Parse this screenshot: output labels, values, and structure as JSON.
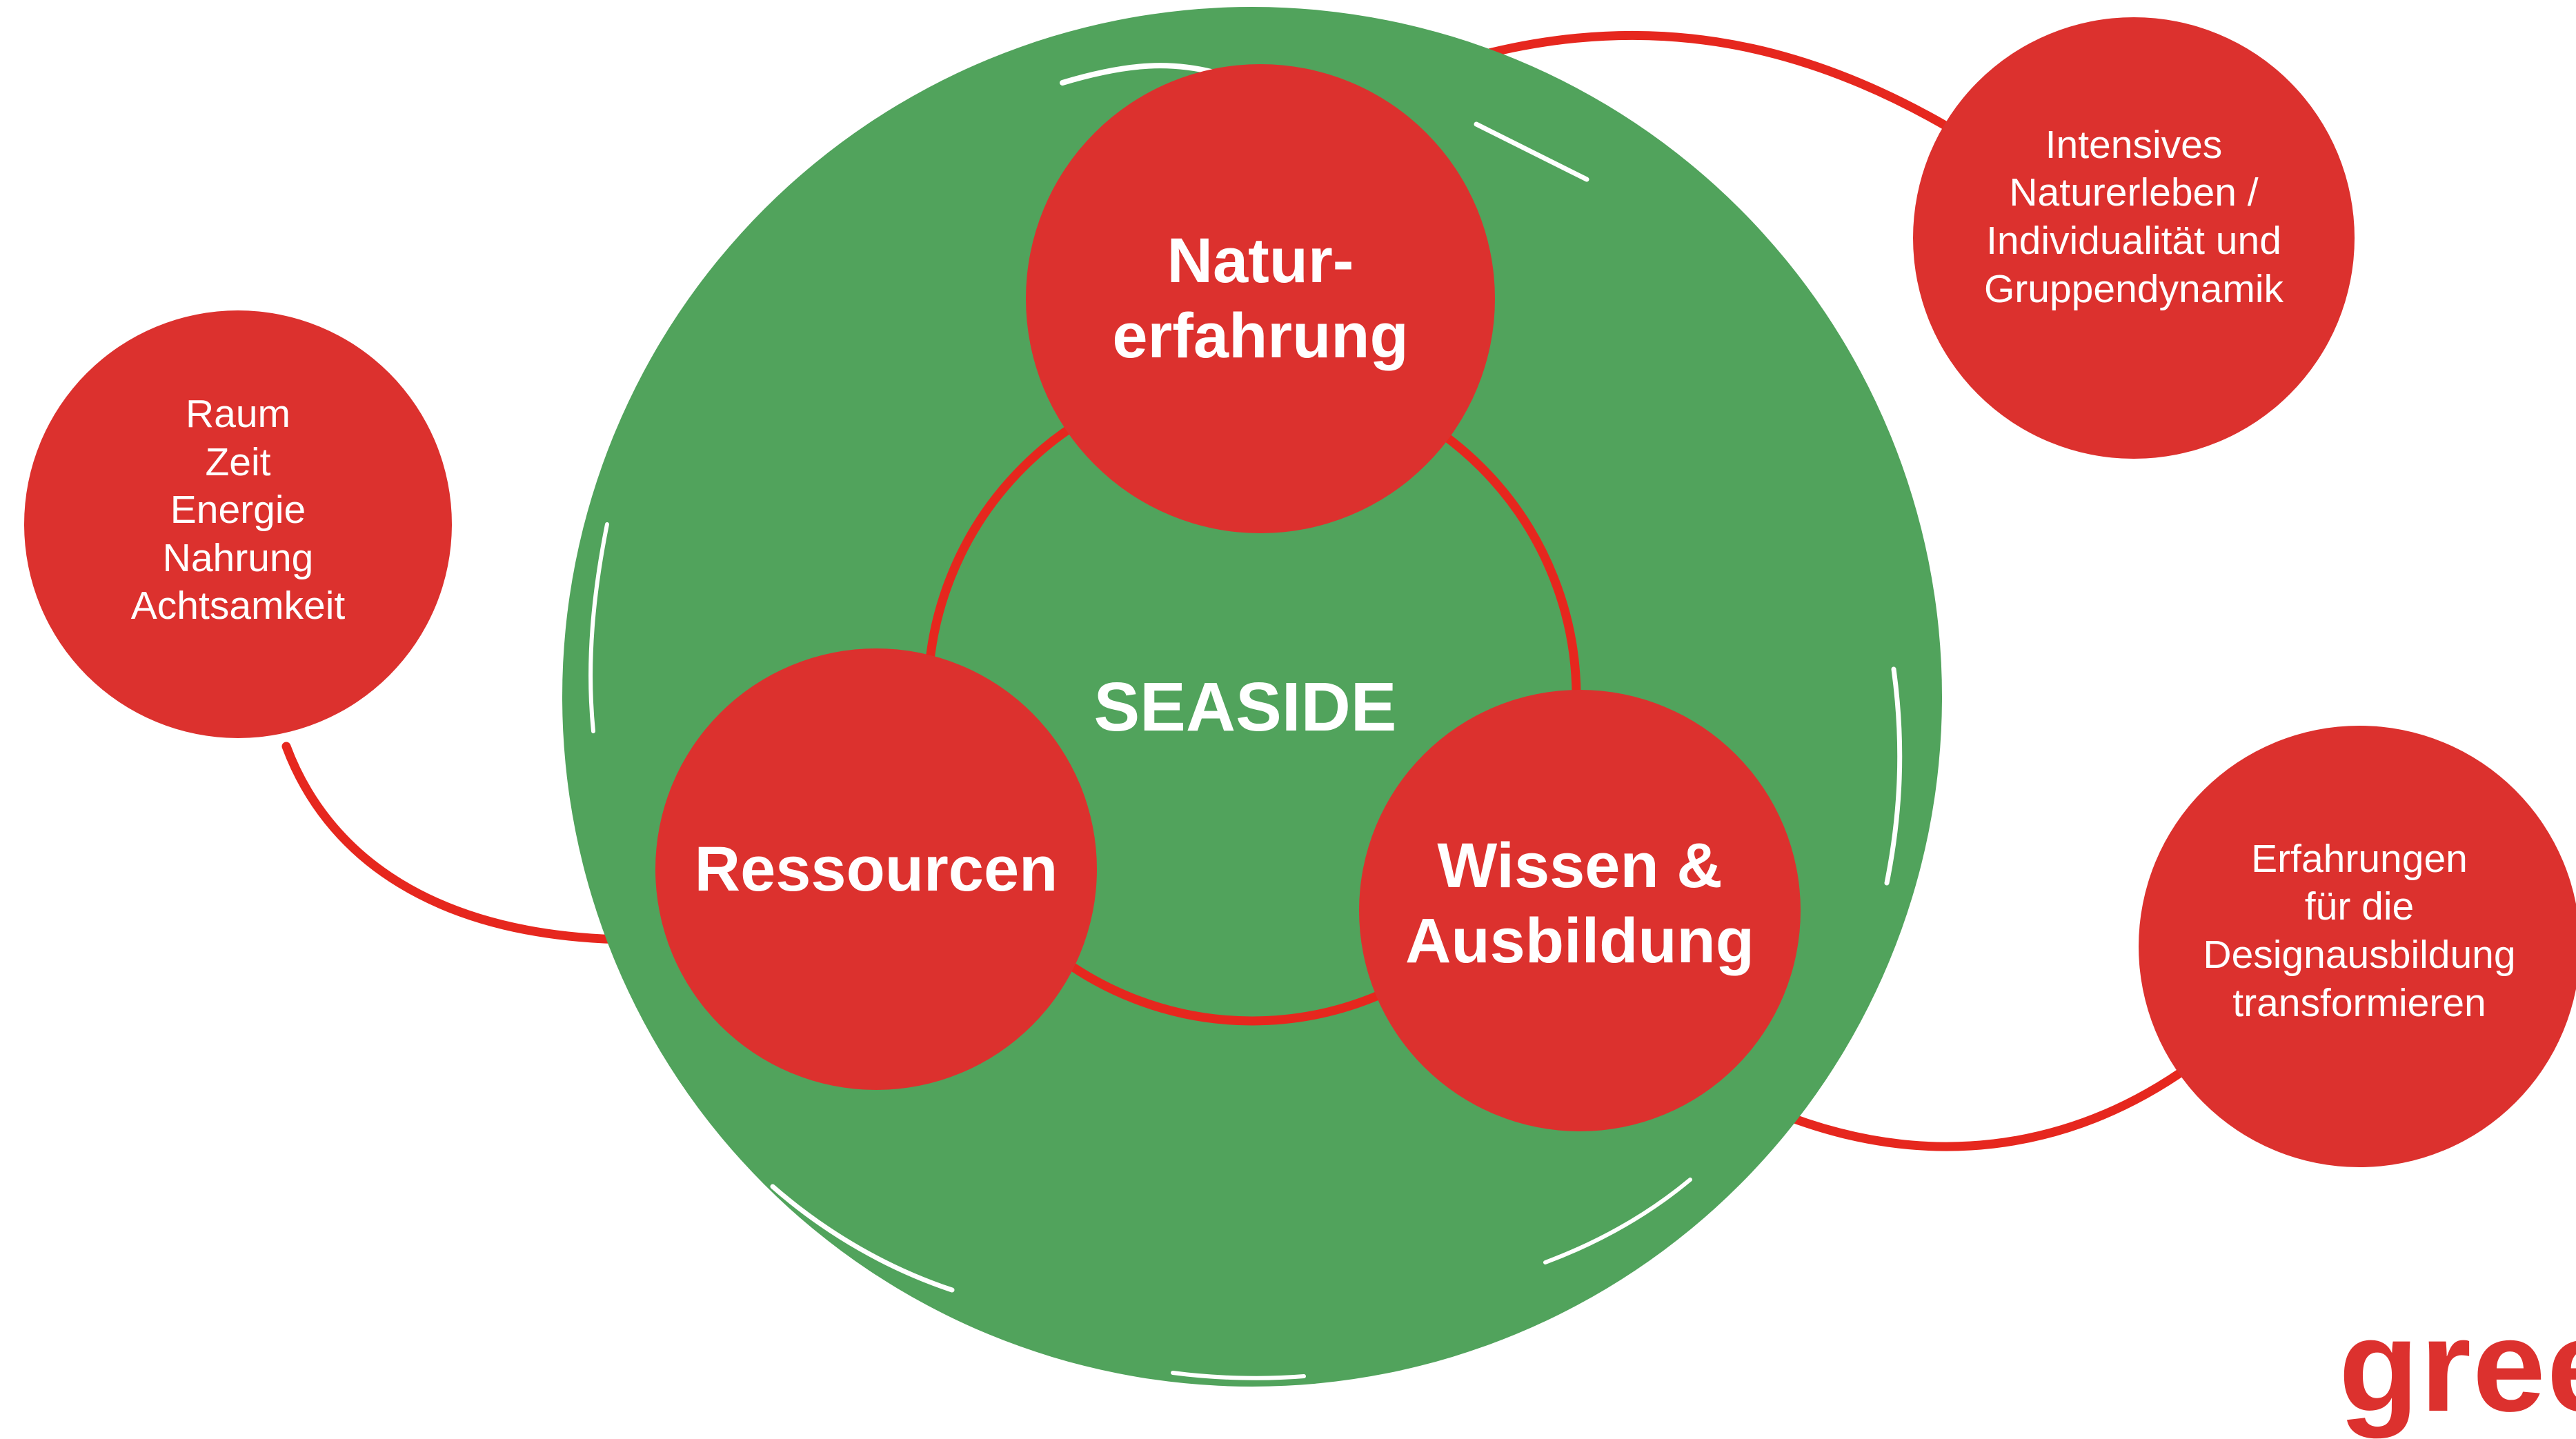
{
  "diagram": {
    "center_label": "SEASIDE",
    "core_nodes": [
      {
        "id": "naturerfahrung",
        "lines": [
          "Natur-",
          "erfahrung"
        ]
      },
      {
        "id": "ressourcen",
        "lines": [
          "Ressourcen"
        ]
      },
      {
        "id": "wissen",
        "lines": [
          "Wissen &",
          "Ausbildung"
        ]
      }
    ],
    "outer_nodes": [
      {
        "id": "intensives",
        "lines": [
          "Intensives",
          "Naturerleben /",
          "Individualität und",
          "Gruppendynamik"
        ]
      },
      {
        "id": "raum",
        "lines": [
          "Raum",
          "Zeit",
          "Energie",
          "Nahrung",
          "Achtsamkeit"
        ]
      },
      {
        "id": "erfahrungen",
        "lines": [
          "Erfahrungen",
          "für die",
          "Designausbildung",
          "transformieren"
        ]
      }
    ],
    "brand_text": "gree",
    "colors": {
      "big_circle_green": "#51a35c",
      "node_red": "#dc312e",
      "connector_red": "#e6271e",
      "text_white": "#ffffff",
      "background": "#ffffff"
    }
  }
}
